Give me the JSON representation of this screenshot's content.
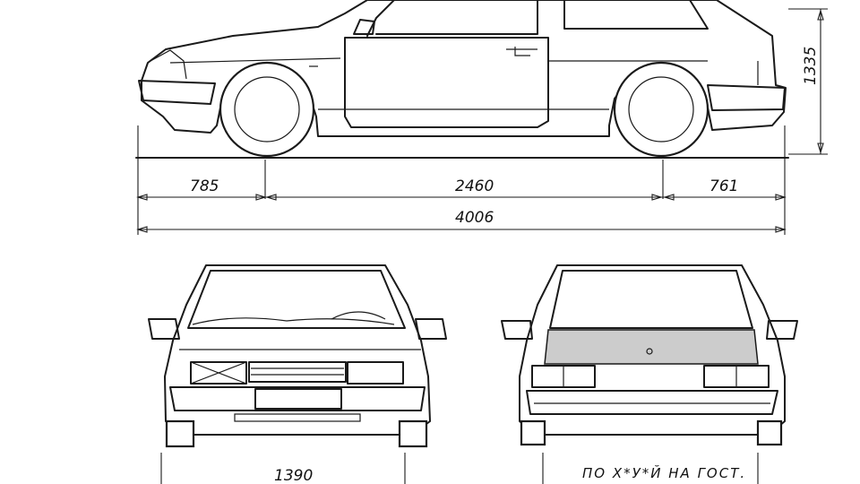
{
  "dimensions": {
    "front_overhang": "785",
    "wheelbase": "2460",
    "rear_overhang": "761",
    "overall_length": "4006",
    "height": "1335",
    "front_track": "1390",
    "rear_note": "ПО Х*У*Й НА ГОСТ."
  },
  "colors": {
    "line": "#1a1a1a",
    "background": "#ffffff",
    "hatch_highlight": "#cccccc"
  }
}
